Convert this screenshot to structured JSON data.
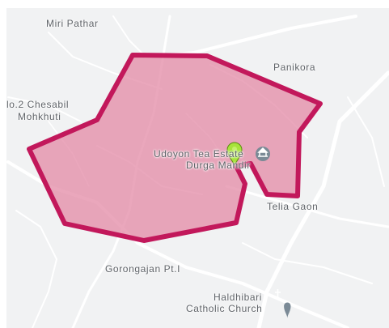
{
  "map": {
    "place_labels": [
      {
        "id": "miri-pathar",
        "text": "Miri Pathar"
      },
      {
        "id": "panikora",
        "text": "Panikora"
      },
      {
        "id": "chesabil",
        "text": "lo.2 Chesabil"
      },
      {
        "id": "mohkhuti",
        "text": "Mohkhuti"
      },
      {
        "id": "tea-estate",
        "text": "Udoyon Tea Estate"
      },
      {
        "id": "durga",
        "text": "Durga Mandir"
      },
      {
        "id": "telia-gaon",
        "text": "Telia Gaon"
      },
      {
        "id": "gorongajan",
        "text": "Gorongajan Pt.I"
      },
      {
        "id": "haldhibari",
        "text": "Haldhibari"
      },
      {
        "id": "church",
        "text": "Catholic Church"
      }
    ],
    "colors": {
      "background": "#f1f2f3",
      "road": "#ffffff",
      "polygon_fill": "#e38aa6",
      "polygon_stroke": "#c2185b",
      "marker": "#a7e33a",
      "poi_icon": "#7b8a96"
    },
    "icons": [
      "temple-icon",
      "church-icon",
      "map-marker-icon"
    ]
  }
}
